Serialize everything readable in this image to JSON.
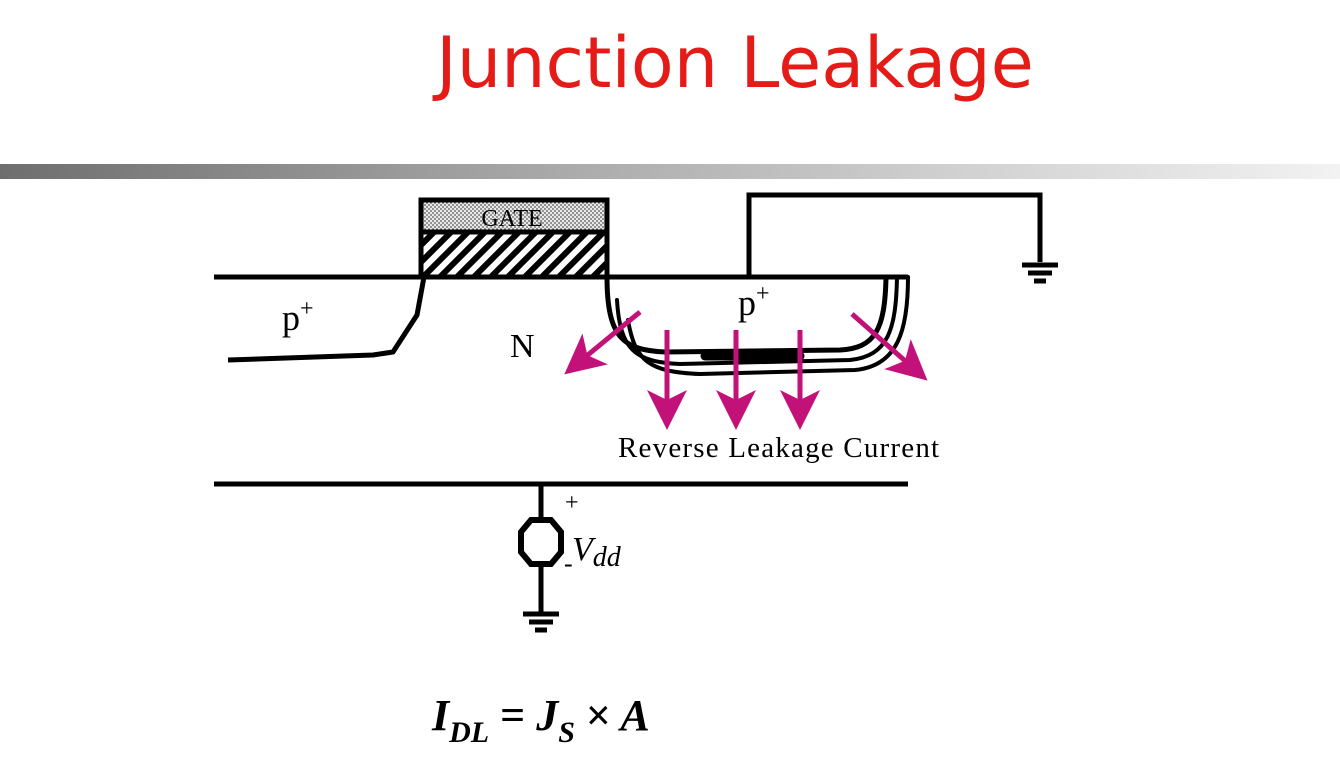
{
  "slide": {
    "title": "Junction Leakage",
    "title_color": "#e41b17"
  },
  "diagram": {
    "gate_label": "GATE",
    "left_region": {
      "base": "p",
      "sup": "+"
    },
    "right_region": {
      "base": "p",
      "sup": "+"
    },
    "well_label": "N",
    "current_label": "Reverse Leakage Current",
    "supply": {
      "plus": "+",
      "minus": "-",
      "base": "V",
      "sub": "dd"
    },
    "arrow_color": "#c2127a",
    "ground_icons": [
      "ground-icon",
      "ground-icon"
    ],
    "source_icon": "voltage-source-icon"
  },
  "formula": {
    "lhs": "I",
    "lhs_sub": "DL",
    "equals": "=",
    "j": "J",
    "j_sub": "S",
    "times": "×",
    "a": "A"
  }
}
